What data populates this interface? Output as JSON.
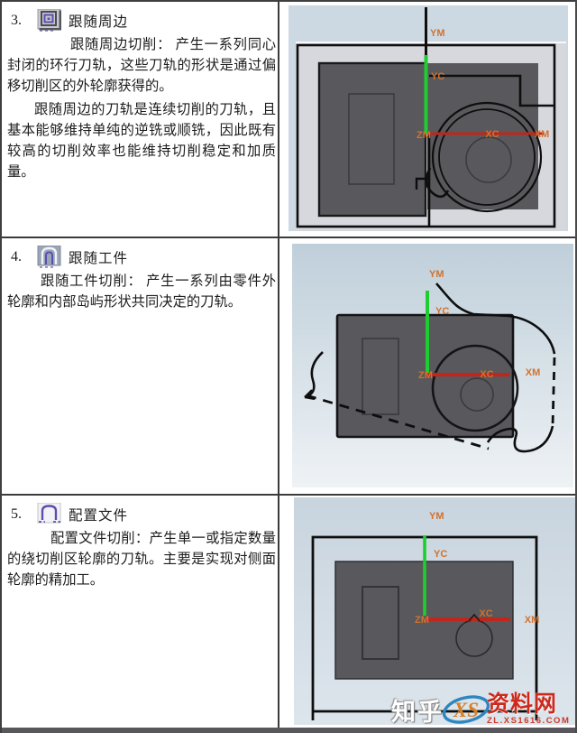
{
  "document": {
    "rows": [
      {
        "number": "3.",
        "title": "跟随周边",
        "icon": "follow-periphery-icon",
        "paragraphs": [
          "跟随周边切削： 产生一系列同心封闭的环行刀轨，这些刀轨的形状是通过偏移切削区的外轮廓获得的。",
          "跟随周边的刀轨是连续切削的刀轨，且基本能够维持单纯的逆铣或顺铣，因此既有较高的切削效率也能维持切削稳定和加质量。"
        ],
        "image": {
          "labels": {
            "ym": "YM",
            "yc": "YC",
            "zm": "ZM",
            "xc": "XC",
            "xm": "XM"
          }
        }
      },
      {
        "number": "4.",
        "title": "跟随工件",
        "icon": "follow-part-icon",
        "paragraphs": [
          "跟随工件切削： 产生一系列由零件外轮廓和内部岛屿形状共同决定的刀轨。"
        ],
        "image": {
          "labels": {
            "ym": "YM",
            "yc": "YC",
            "zm": "ZM",
            "xc": "XC",
            "xm": "XM"
          }
        }
      },
      {
        "number": "5.",
        "title": "配置文件",
        "icon": "profile-icon",
        "paragraphs": [
          "配置文件切削：产生单一或指定数量的绕切削区轮廓的刀轨。主要是实现对侧面轮廓的精加工。"
        ],
        "image": {
          "labels": {
            "ym": "YM",
            "yc": "YC",
            "zm": "ZM",
            "xc": "XC",
            "xm": "XM"
          }
        }
      }
    ],
    "watermark": {
      "text": "知乎",
      "logo": "XS",
      "site": "资料网",
      "url": "ZL.XS1616.COM"
    },
    "colors": {
      "axis_label": "#d2722e",
      "x_axis_red": "#c2251a",
      "y_axis_green": "#1fcd30",
      "part_gray": "#59585c",
      "image_background": "#ccd8e2"
    }
  }
}
